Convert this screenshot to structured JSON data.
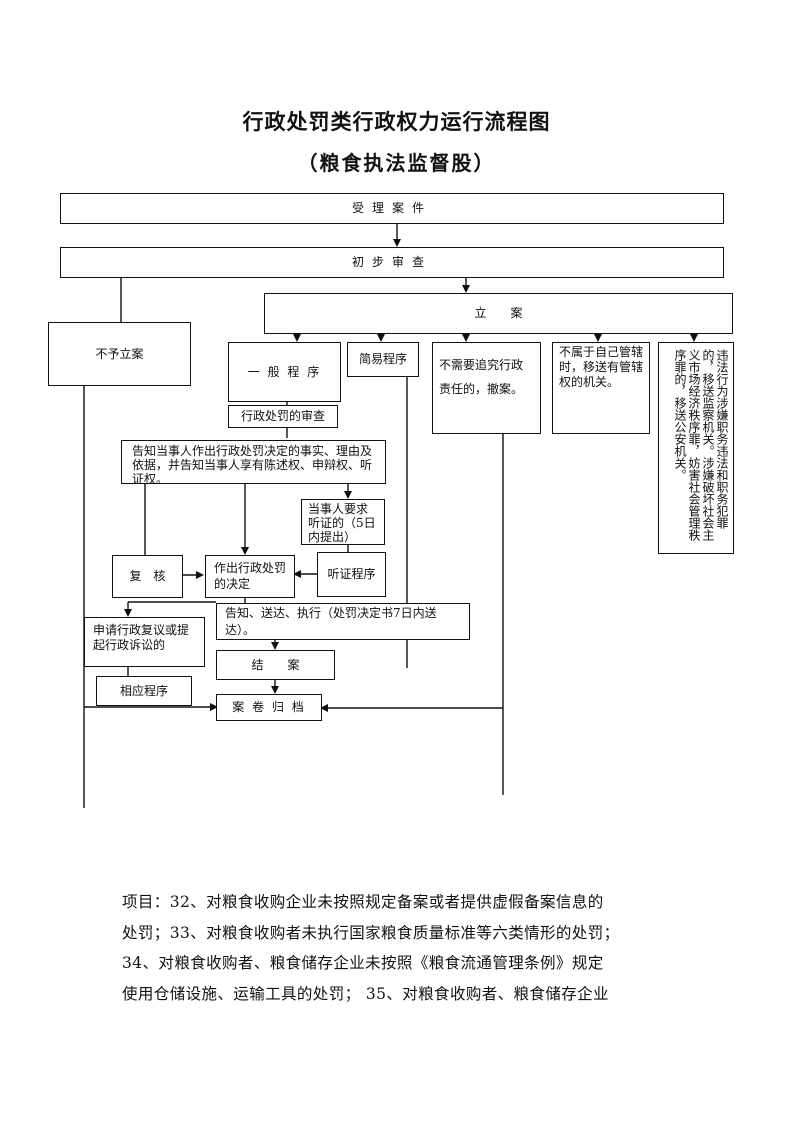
{
  "title": "行政处罚类行政权力运行流程图",
  "subtitle": "（粮食执法监督股）",
  "nodes": {
    "accept_case": "受理案件",
    "initial_review": "初步审查",
    "file_case": "立　　案",
    "no_file_case": "不予立案",
    "general_procedure": "一 般 程 序",
    "simple_procedure": "简易程序",
    "no_liability": "不需要追究行政责任的，撤案。",
    "not_jurisdiction": "不属于自己管辖时，移送有管辖权的机关。",
    "transfer_crime": "违法行为涉嫌职务违法和职务犯罪的，移送监察机关。涉嫌破坏社会主义市场经济秩序罪，妨害社会管理秩序罪的，移送公安机关。",
    "penalty_review": "行政处罚的审查",
    "notify_party": "告知当事人作出行政处罚决定的事实、理由及依据，并告知当事人享有陈述权、申辩权、听证权。",
    "hearing_request": "当事人要求听证的（5日内提出）",
    "review_again": "复　核",
    "make_decision": "作出行政处罚的决定",
    "hearing_procedure": "听证程序",
    "deliver_execute": "告知、送达、执行（处罚决定书7日内送达）。",
    "apply_reconsideration": "申请行政复议或提起行政诉讼的",
    "close_case": "结　　案",
    "corresponding_procedure": "相应程序",
    "archive": "案 卷 归 档"
  },
  "footer_lines": [
    "项目：32、对粮食收购企业未按照规定备案或者提供虚假备案信息的",
    "处罚；33、对粮食收购者未执行国家粮食质量标准等六类情形的处罚；",
    "34、对粮食收购者、粮食储存企业未按照《粮食流通管理条例》规定",
    "使用仓储设施、运输工具的处罚； 35、对粮食收购者、粮食储存企业"
  ],
  "colors": {
    "line": "#111111",
    "background": "#ffffff"
  }
}
